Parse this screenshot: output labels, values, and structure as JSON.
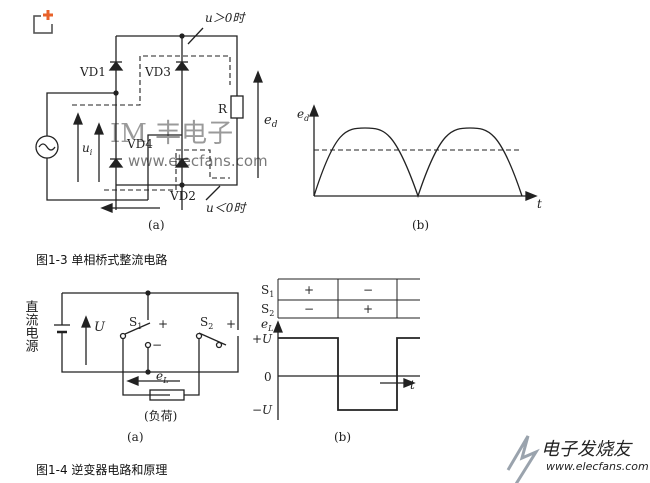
{
  "figure1": {
    "label_u_pos": "u＞0时",
    "label_u_neg": "u＜0时",
    "label_vd1": "VD1",
    "label_vd3": "VD3",
    "label_vd4": "VD4",
    "label_vd2": "VD2",
    "label_r": "R",
    "label_ed": "e",
    "label_ed_sub": "d",
    "label_ui": "u",
    "label_ui_sub": "i",
    "label_a": "(a)",
    "label_b": "(b)",
    "graph_ylabel": "e",
    "graph_ylabel_sub": "d",
    "graph_xlabel": "t",
    "caption": "图1-3   单相桥式整流电路",
    "watermark": "www.elecfans.com"
  },
  "figure2": {
    "label_source": "直流电源",
    "label_u": "U",
    "label_s1": "S",
    "label_s1_sub": "1",
    "label_s2": "S",
    "label_s2_sub": "2",
    "label_plus1": "+",
    "label_minus1": "−",
    "label_plus2": "+",
    "label_el": "e",
    "label_el_sub": "L",
    "label_load": "(负荷)",
    "label_a": "(a)",
    "label_b": "(b)",
    "table_s1": "S",
    "table_s1_sub": "1",
    "table_s2": "S",
    "table_s2_sub": "2",
    "table_row1": [
      "+",
      "−"
    ],
    "table_row2": [
      "−",
      "+"
    ],
    "graph_ylabel": "e",
    "graph_ylabel_sub": "L",
    "graph_plus_u": "+U",
    "graph_zero": "0",
    "graph_minus_u": "−U",
    "graph_xlabel": "t",
    "caption": "图1-4   逆变器电路和原理"
  },
  "logo_text": "电子发烧友",
  "logo_url": "www.elecfans.com"
}
